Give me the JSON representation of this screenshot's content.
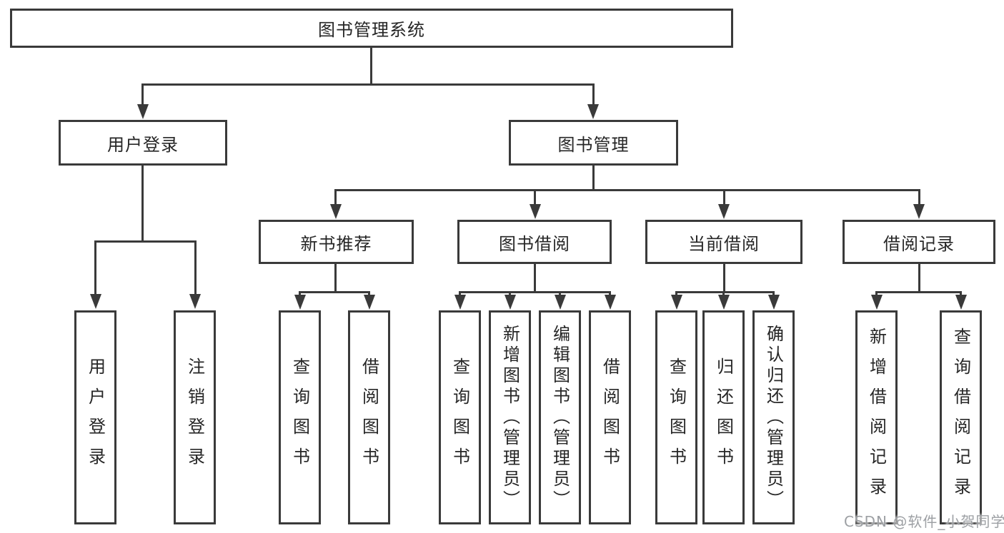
{
  "tree": {
    "root": {
      "label": "图书管理系统"
    },
    "branches": [
      {
        "label": "用户登录",
        "children": [
          {
            "label": "用户登录"
          },
          {
            "label": "注销登录"
          }
        ]
      },
      {
        "label": "图书管理",
        "children": [
          {
            "label": "新书推荐",
            "children": [
              {
                "label": "查询图书"
              },
              {
                "label": "借阅图书"
              }
            ]
          },
          {
            "label": "图书借阅",
            "children": [
              {
                "label": "查询图书"
              },
              {
                "label": "新增图书（管理员）"
              },
              {
                "label": "编辑图书（管理员）"
              },
              {
                "label": "借阅图书"
              }
            ]
          },
          {
            "label": "当前借阅",
            "children": [
              {
                "label": "查询图书"
              },
              {
                "label": "归还图书"
              },
              {
                "label": "确认归还（管理员）"
              }
            ]
          },
          {
            "label": "借阅记录",
            "children": [
              {
                "label": "新增借阅记录"
              },
              {
                "label": "查询借阅记录"
              }
            ]
          }
        ]
      }
    ]
  },
  "watermark": {
    "text": "CSDN @软件_小贺同学"
  },
  "colors": {
    "line": "#3a3a3a",
    "box_background": "#ffffff",
    "page_background": "#ffffff",
    "watermark": "#9da0a4"
  }
}
